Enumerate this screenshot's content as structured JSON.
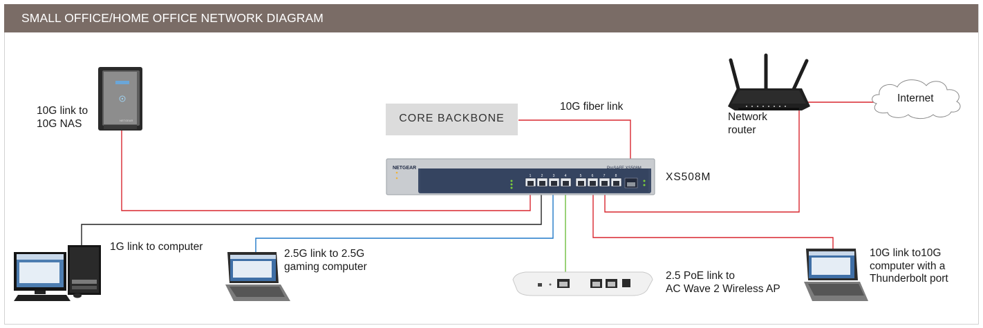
{
  "header": {
    "title": "SMALL OFFICE/HOME OFFICE NETWORK DIAGRAM"
  },
  "core_backbone": {
    "label": "CORE BACKBONE"
  },
  "labels": {
    "fiber_link": "10G fiber link",
    "nas_link": "10G link to\n10G NAS",
    "router": "Network\nrouter",
    "internet": "Internet",
    "switch_model": "XS508M",
    "computer_1g": "1G link to computer",
    "gaming_25g": "2.5G link to 2.5G\ngaming computer",
    "poe_ap": "2.5 PoE link to\nAC Wave 2 Wireless AP",
    "computer_10g": "10G link to10G\ncomputer with a\nThunderbolt port"
  },
  "switch": {
    "brand": "NETGEAR",
    "series": "ProSAFE XS508M",
    "port_numbers": [
      "1",
      "2",
      "3",
      "4",
      "5",
      "6",
      "7",
      "8"
    ]
  },
  "nas": {
    "brand": "NETGEAR"
  },
  "colors": {
    "header_bg": "#7a6c66",
    "link_10g": "#d8262f",
    "link_1g": "#222222",
    "link_25g": "#1f78c8",
    "link_poe": "#6fbf3f"
  }
}
